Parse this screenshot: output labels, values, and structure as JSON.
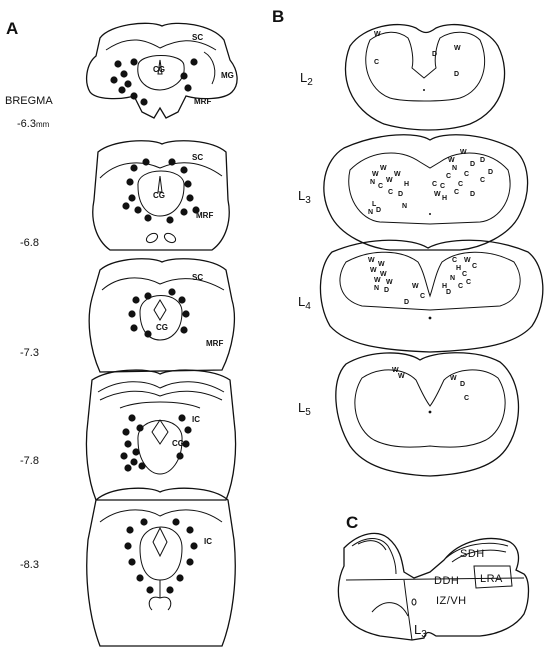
{
  "panels": {
    "a": "A",
    "b": "B",
    "c": "C"
  },
  "panel_a": {
    "bregma_label": "BREGMA",
    "sections": [
      {
        "level": "-6.3",
        "unit": "mm",
        "labels": [
          "SC",
          "CG",
          "MG",
          "MRF"
        ]
      },
      {
        "level": "-6.8",
        "unit": "",
        "labels": [
          "SC",
          "CG",
          "MRF"
        ]
      },
      {
        "level": "-7.3",
        "unit": "",
        "labels": [
          "SC",
          "CG",
          "MRF"
        ]
      },
      {
        "level": "-7.8",
        "unit": "",
        "labels": [
          "IC",
          "CG"
        ]
      },
      {
        "level": "-8.3",
        "unit": "",
        "labels": [
          "IC"
        ]
      }
    ]
  },
  "panel_b": {
    "segments": [
      {
        "main": "L",
        "sub": "2"
      },
      {
        "main": "L",
        "sub": "3"
      },
      {
        "main": "L",
        "sub": "4"
      },
      {
        "main": "L",
        "sub": "5"
      }
    ],
    "marker_types": [
      "W",
      "C",
      "D",
      "N",
      "H",
      "L"
    ]
  },
  "panel_c": {
    "labels": [
      "SDH",
      "DDH",
      "LRA",
      "IZ/VH"
    ],
    "segment": {
      "main": "L",
      "sub": "3"
    }
  }
}
